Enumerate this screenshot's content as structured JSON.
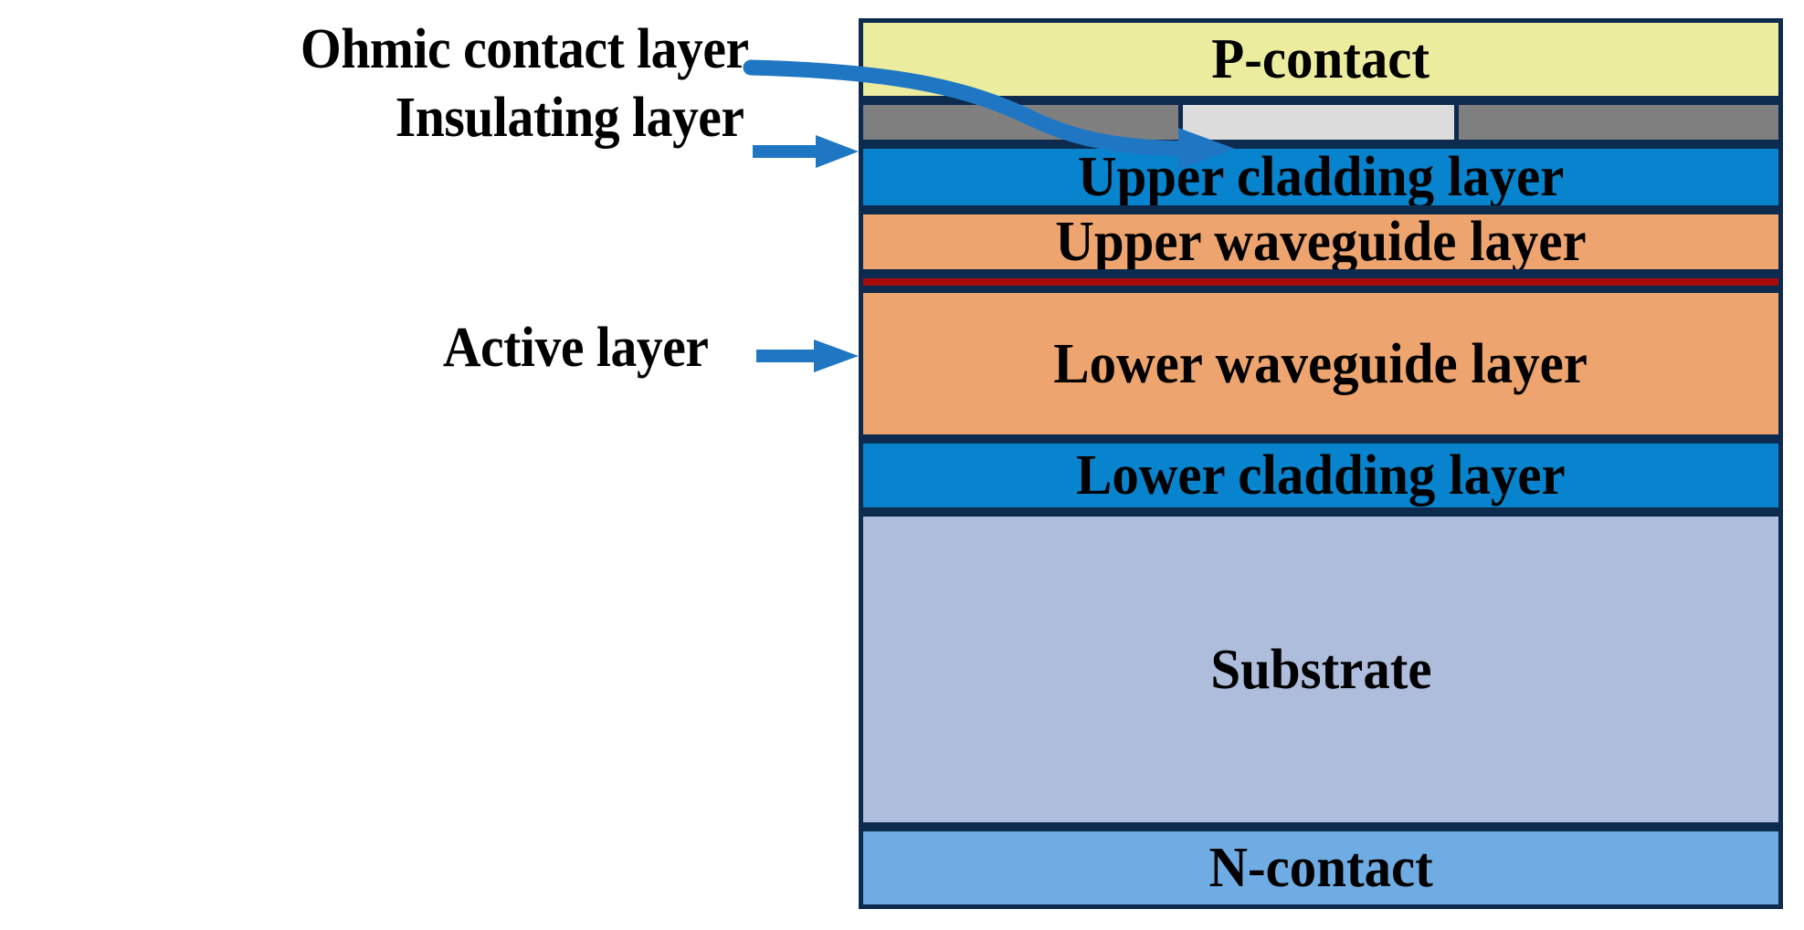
{
  "diagram": {
    "title": "Semiconductor laser diode epitaxial layer stack cross-section",
    "accent_arrow_color": "#1F77C4",
    "outline_color": "#0D2B4E",
    "background_color": "#FFFFFF"
  },
  "callout_labels": [
    {
      "id": "ohmic",
      "text": "Ohmic contact layer",
      "arrow": "curved",
      "points_to": "ohmic-contact-window"
    },
    {
      "id": "insulating",
      "text": "Insulating layer",
      "arrow": "straight",
      "points_to": "insulating-layer"
    },
    {
      "id": "active",
      "text": "Active layer",
      "arrow": "straight",
      "points_to": "active-layer"
    }
  ],
  "stack": {
    "layers": [
      {
        "id": "p-contact",
        "label": "P-contact",
        "color": "#ECEC9E"
      },
      {
        "id": "insulating-layer",
        "label": "",
        "color": "#7F7F7F",
        "window_color": "#DCDCDC"
      },
      {
        "id": "upper-cladding-layer",
        "label": "Upper cladding layer",
        "color": "#0784CD"
      },
      {
        "id": "upper-waveguide-layer",
        "label": "Upper waveguide layer",
        "color": "#EDA46E"
      },
      {
        "id": "active-layer",
        "label": "",
        "color": "#A80C0C"
      },
      {
        "id": "lower-waveguide-layer",
        "label": "Lower waveguide layer",
        "color": "#EDA46E"
      },
      {
        "id": "lower-cladding-layer",
        "label": "Lower cladding layer",
        "color": "#0784CD"
      },
      {
        "id": "substrate",
        "label": "Substrate",
        "color": "#AFBDDD"
      },
      {
        "id": "n-contact",
        "label": "N-contact",
        "color": "#6EACE3"
      }
    ]
  }
}
